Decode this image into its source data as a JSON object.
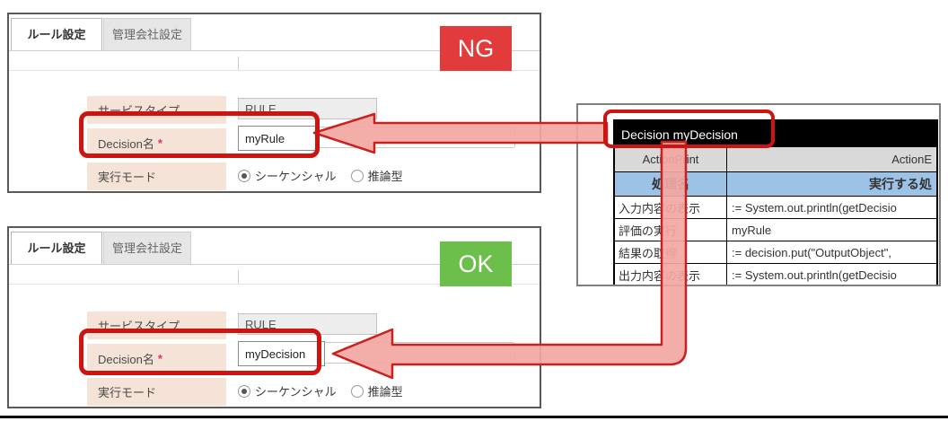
{
  "annotation": {
    "ng_label": "NG",
    "ok_label": "OK",
    "ng_color": "#e23b3b",
    "ok_color": "#6dbf4b",
    "highlight_color": "#cc1411",
    "arrow_fill": "#f3a7a3",
    "arrow_stroke": "#c9211e"
  },
  "panel_ng": {
    "tabs": {
      "rule": "ルール設定",
      "company": "管理会社設定"
    },
    "form": {
      "service_type_label": "サービスタイプ",
      "service_type_value": "RULE",
      "decision_label": "Decision名",
      "required_mark": "*",
      "decision_value": "myRule",
      "exec_mode_label": "実行モード",
      "radio_sequential": "シーケンシャル",
      "radio_inference": "推論型",
      "selected_mode": "シーケンシャル"
    }
  },
  "panel_ok": {
    "tabs": {
      "rule": "ルール設定",
      "company": "管理会社設定"
    },
    "form": {
      "service_type_label": "サービスタイプ",
      "service_type_value": "RULE",
      "decision_label": "Decision名",
      "required_mark": "*",
      "decision_value": "myDecision",
      "exec_mode_label": "実行モード",
      "radio_sequential": "シーケンシャル",
      "radio_inference": "推論型",
      "selected_mode": "シーケンシャル"
    }
  },
  "result_table": {
    "header": "Decision myDecision",
    "rows": [
      {
        "name": "ActionPrint",
        "value": "ActionE"
      },
      {
        "name": "処理名",
        "value": "実行する処"
      },
      {
        "name": "入力内容の表示",
        "value": ":= System.out.println(getDecisio"
      },
      {
        "name": "評価の実行",
        "value": "myRule"
      },
      {
        "name": "結果の取得",
        "value": ":= decision.put(\"OutputObject\","
      },
      {
        "name": "出力内容の表示",
        "value": ":= System.out.println(getDecisio"
      }
    ]
  }
}
